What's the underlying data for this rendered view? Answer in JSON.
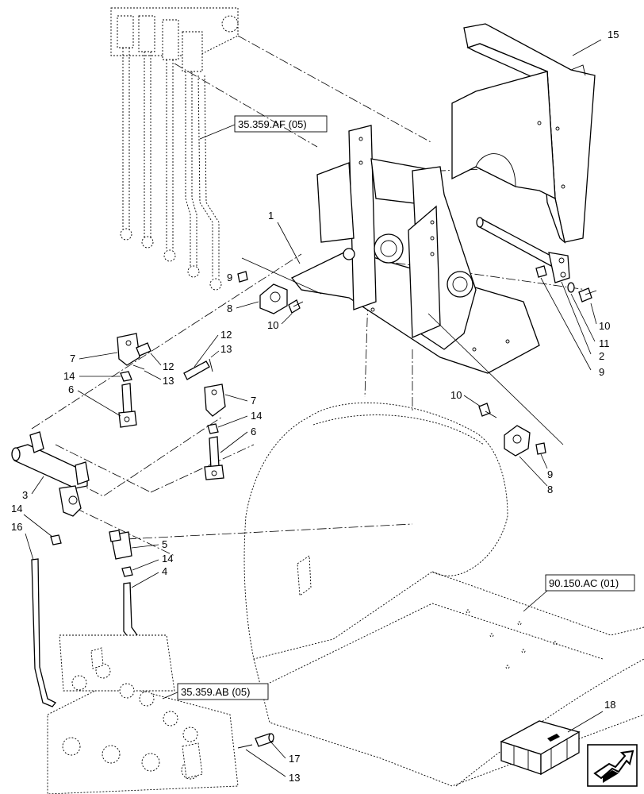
{
  "callouts": {
    "c1": "1",
    "c2": "2",
    "c3": "3",
    "c4": "4",
    "c5": "5",
    "c6a": "6",
    "c6b": "6",
    "c7a": "7",
    "c7b": "7",
    "c8a": "8",
    "c8b": "8",
    "c9a": "9",
    "c9b": "9",
    "c9c": "9",
    "c10a": "10",
    "c10b": "10",
    "c10c": "10",
    "c11": "11",
    "c12a": "12",
    "c12b": "12",
    "c13a": "13",
    "c13b": "13",
    "c13c": "13",
    "c14a": "14",
    "c14b": "14",
    "c14c": "14",
    "c14d": "14",
    "c15": "15",
    "c16": "16",
    "c17": "17",
    "c18": "18"
  },
  "references": {
    "ref_af": "35.359.AF (05)",
    "ref_ac": "90.150.AC (01)",
    "ref_ab": "35.359.AB (05)"
  },
  "icons": {
    "nav": "next-page-arrow-icon",
    "crate": "parts-crate-icon"
  }
}
